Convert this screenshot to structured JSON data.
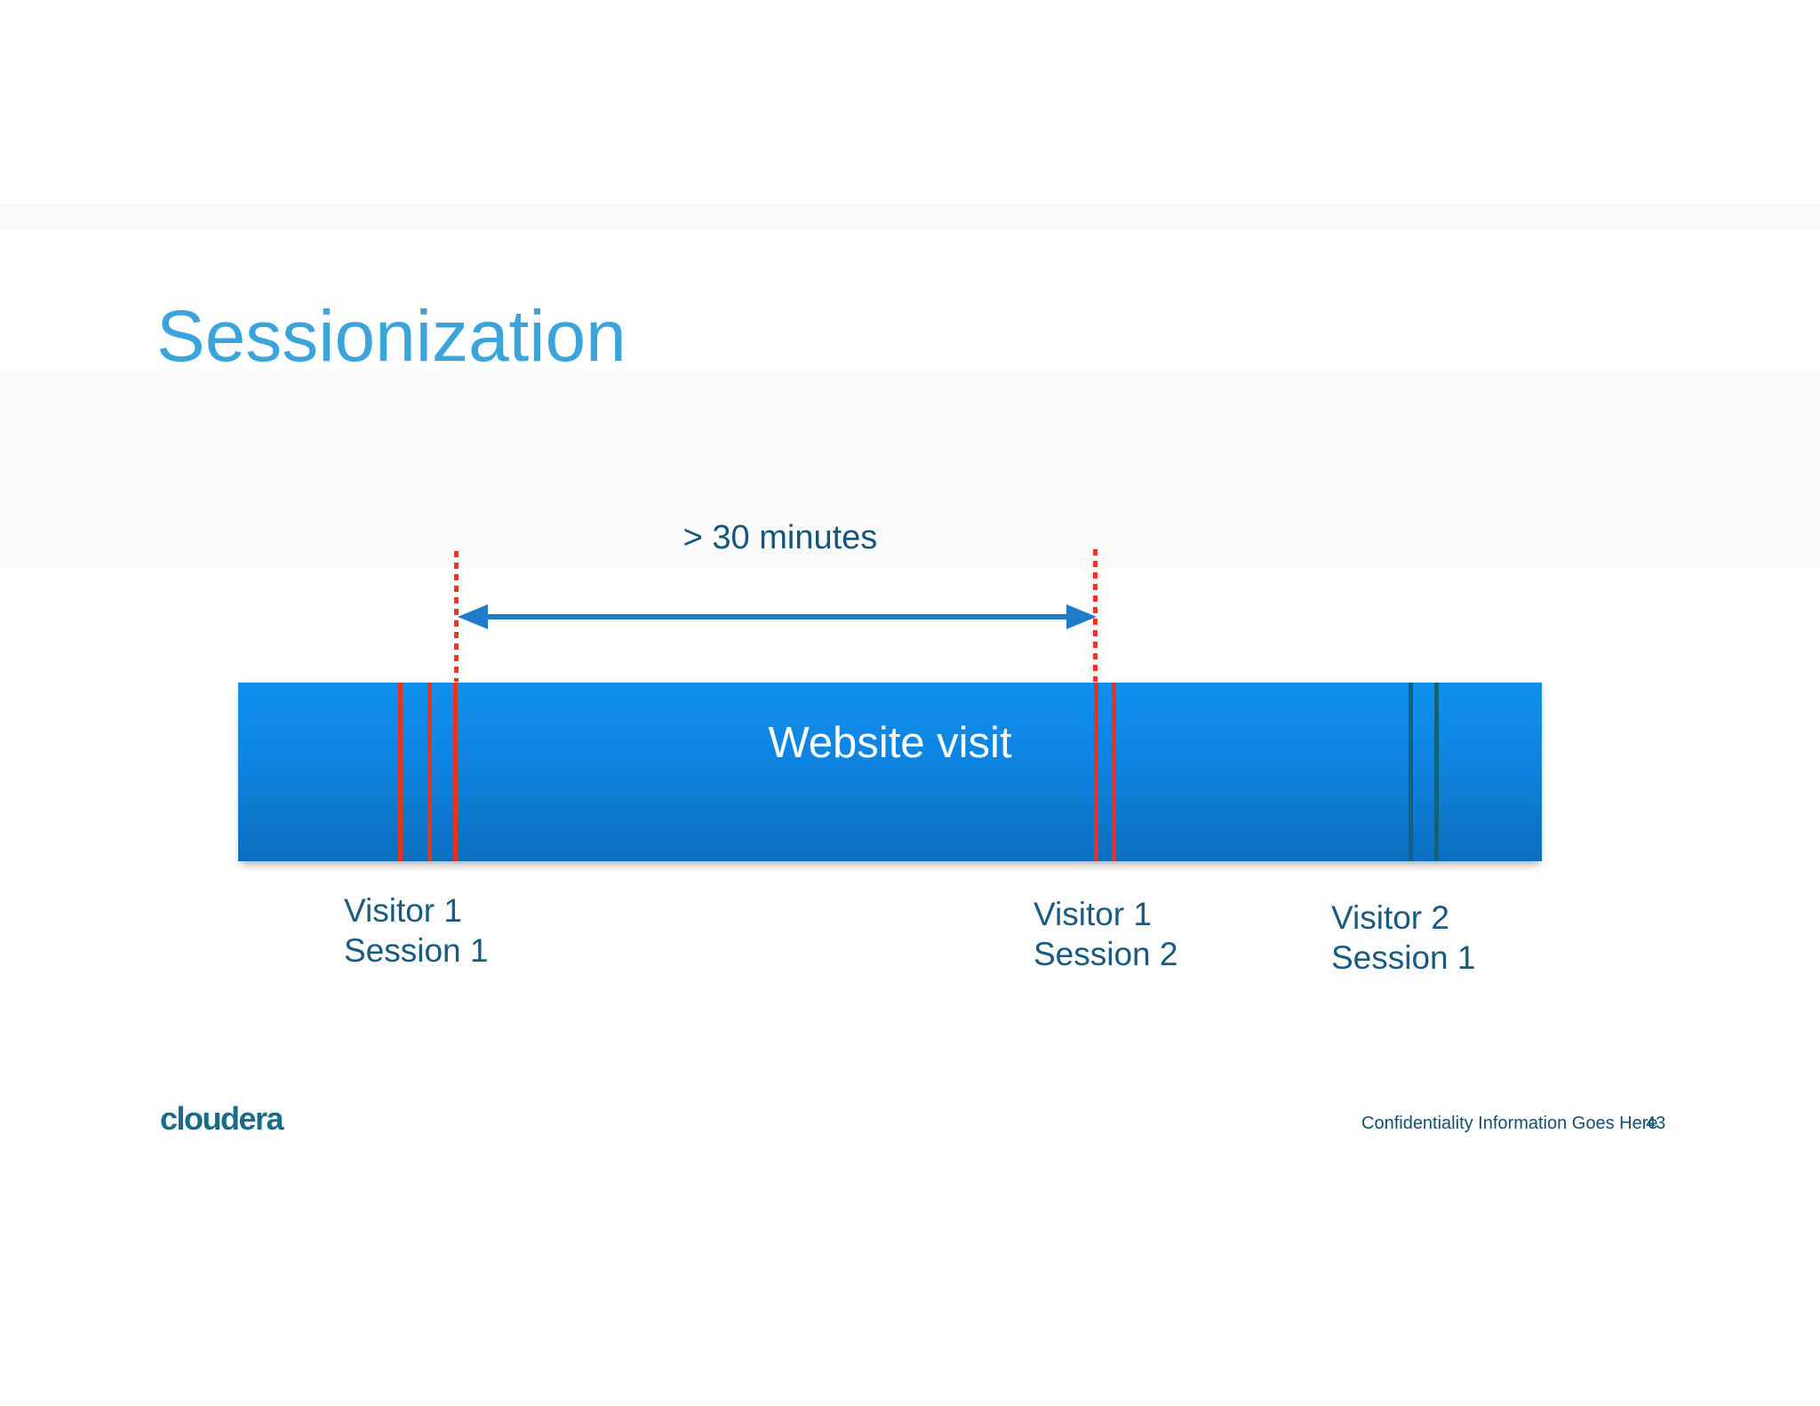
{
  "slide": {
    "title": "Sessionization",
    "diagram": {
      "gap_label": "> 30 minutes",
      "bar_label": "Website visit",
      "markers": [
        {
          "id": "visitor1-session1",
          "line1": "Visitor 1",
          "line2": "Session 1"
        },
        {
          "id": "visitor1-session2",
          "line1": "Visitor 1",
          "line2": "Session 2"
        },
        {
          "id": "visitor2-session1",
          "line1": "Visitor 2",
          "line2": "Session 1"
        }
      ]
    },
    "footer": {
      "logo_text": "cloudera",
      "confidentiality_text": "Confidentiality Information Goes Here",
      "page_number": "43"
    },
    "colors": {
      "title_blue": "#3BA4DB",
      "bar_gradient_top": "#1090EE",
      "bar_gradient_bottom": "#0C6FBF",
      "session_line_red": "#E8321E",
      "dotted_boundary_red": "#F5331F",
      "visitor2_line_teal": "#15607A",
      "arrow_blue": "#1F7CC8",
      "label_text": "#175C80",
      "bar_text": "#FFFFFF"
    }
  }
}
